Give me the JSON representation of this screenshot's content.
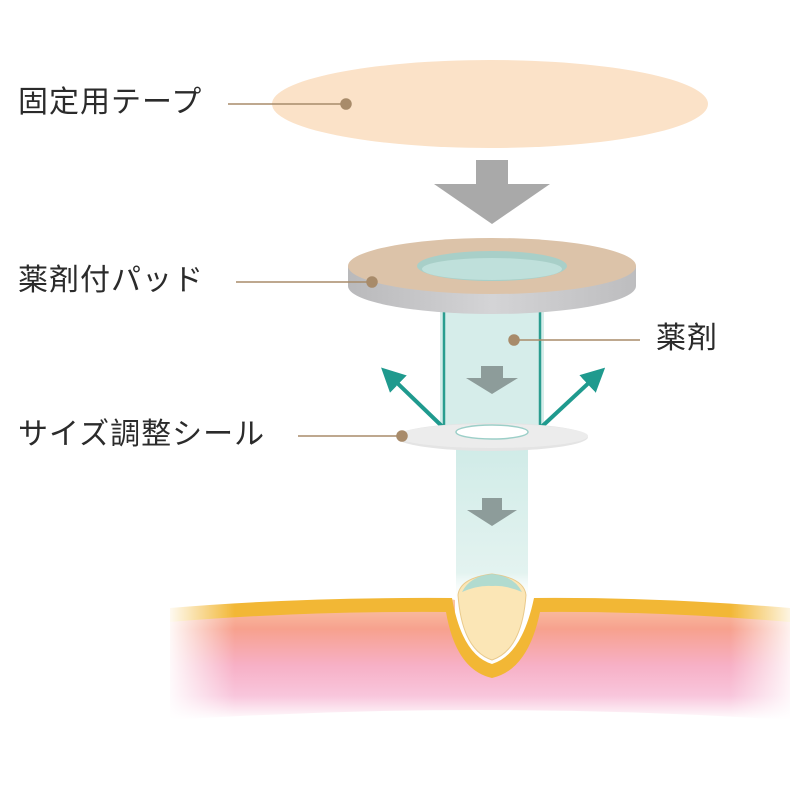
{
  "labels": {
    "fixing_tape": "固定用テープ",
    "medicated_pad": "薬剤付パッド",
    "medicine": "薬剤",
    "size_adjust_seal": "サイズ調整シール"
  },
  "colors": {
    "tape": "#fbe2c8",
    "pad_top": "#dcc3a9",
    "pad_side": "#c9c9cb",
    "pad_hole": "#a8cfc8",
    "medicine_column": "#cfeae6",
    "medicine_edge": "#2a9d8f",
    "arrow_teal": "#1f9a8e",
    "arrow_gray": "#a9a9a9",
    "seal": "#e6e6e6",
    "leader_line": "#a88b6a",
    "skin_yellow": "#f2b735",
    "skin_red": "#f49a8c",
    "skin_pink": "#f6aed2",
    "corn": "#fbe6b6"
  }
}
